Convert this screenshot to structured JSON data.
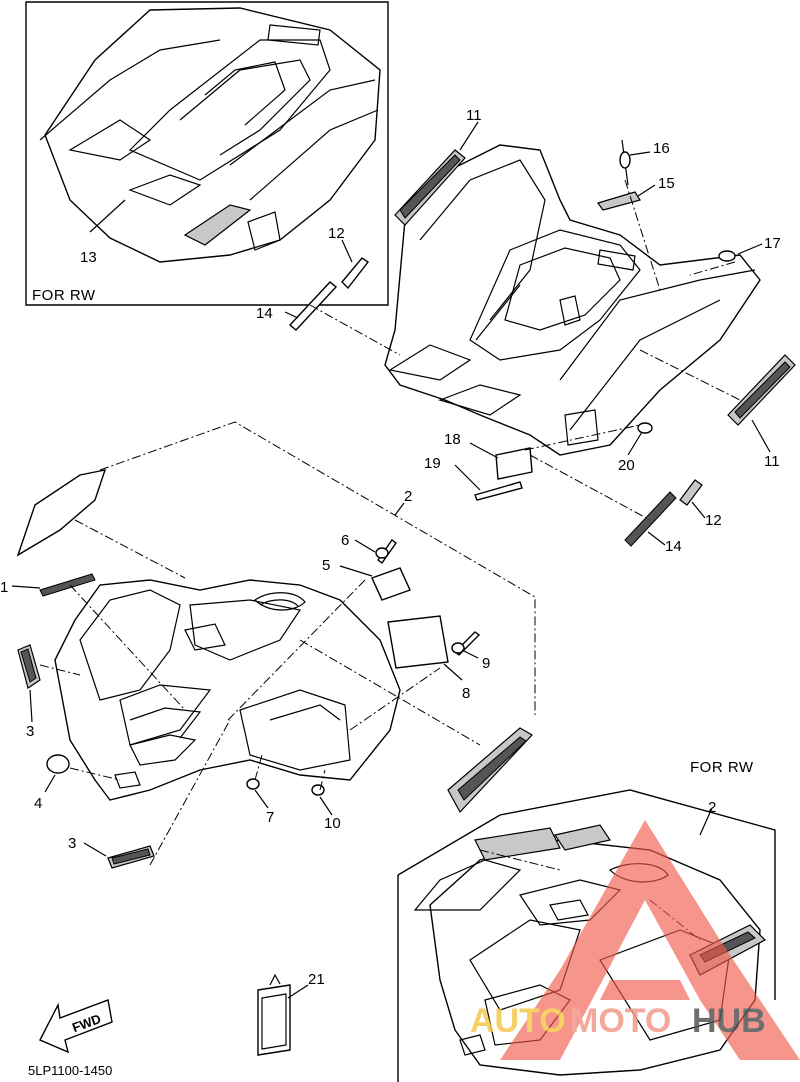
{
  "diagram": {
    "part_code": "5LP1100-1450",
    "insets": [
      {
        "id": "top-left",
        "label": "FOR RW"
      },
      {
        "id": "bottom-right",
        "label": "FOR RW"
      }
    ],
    "fwd_label": "FWD",
    "callouts": [
      "1",
      "2",
      "2",
      "3",
      "3",
      "4",
      "5",
      "6",
      "7",
      "8",
      "9",
      "10",
      "11",
      "11",
      "12",
      "12",
      "13",
      "14",
      "14",
      "15",
      "16",
      "17",
      "18",
      "19",
      "20",
      "21"
    ]
  },
  "watermark": {
    "text_auto": "AUTO",
    "text_moto": "MOTO",
    "text_hub": "HUB",
    "color_auto": "#f4c84a",
    "color_moto": "#f29a8a",
    "color_hub": "#555555",
    "color_triangle": "#f05a4a"
  }
}
